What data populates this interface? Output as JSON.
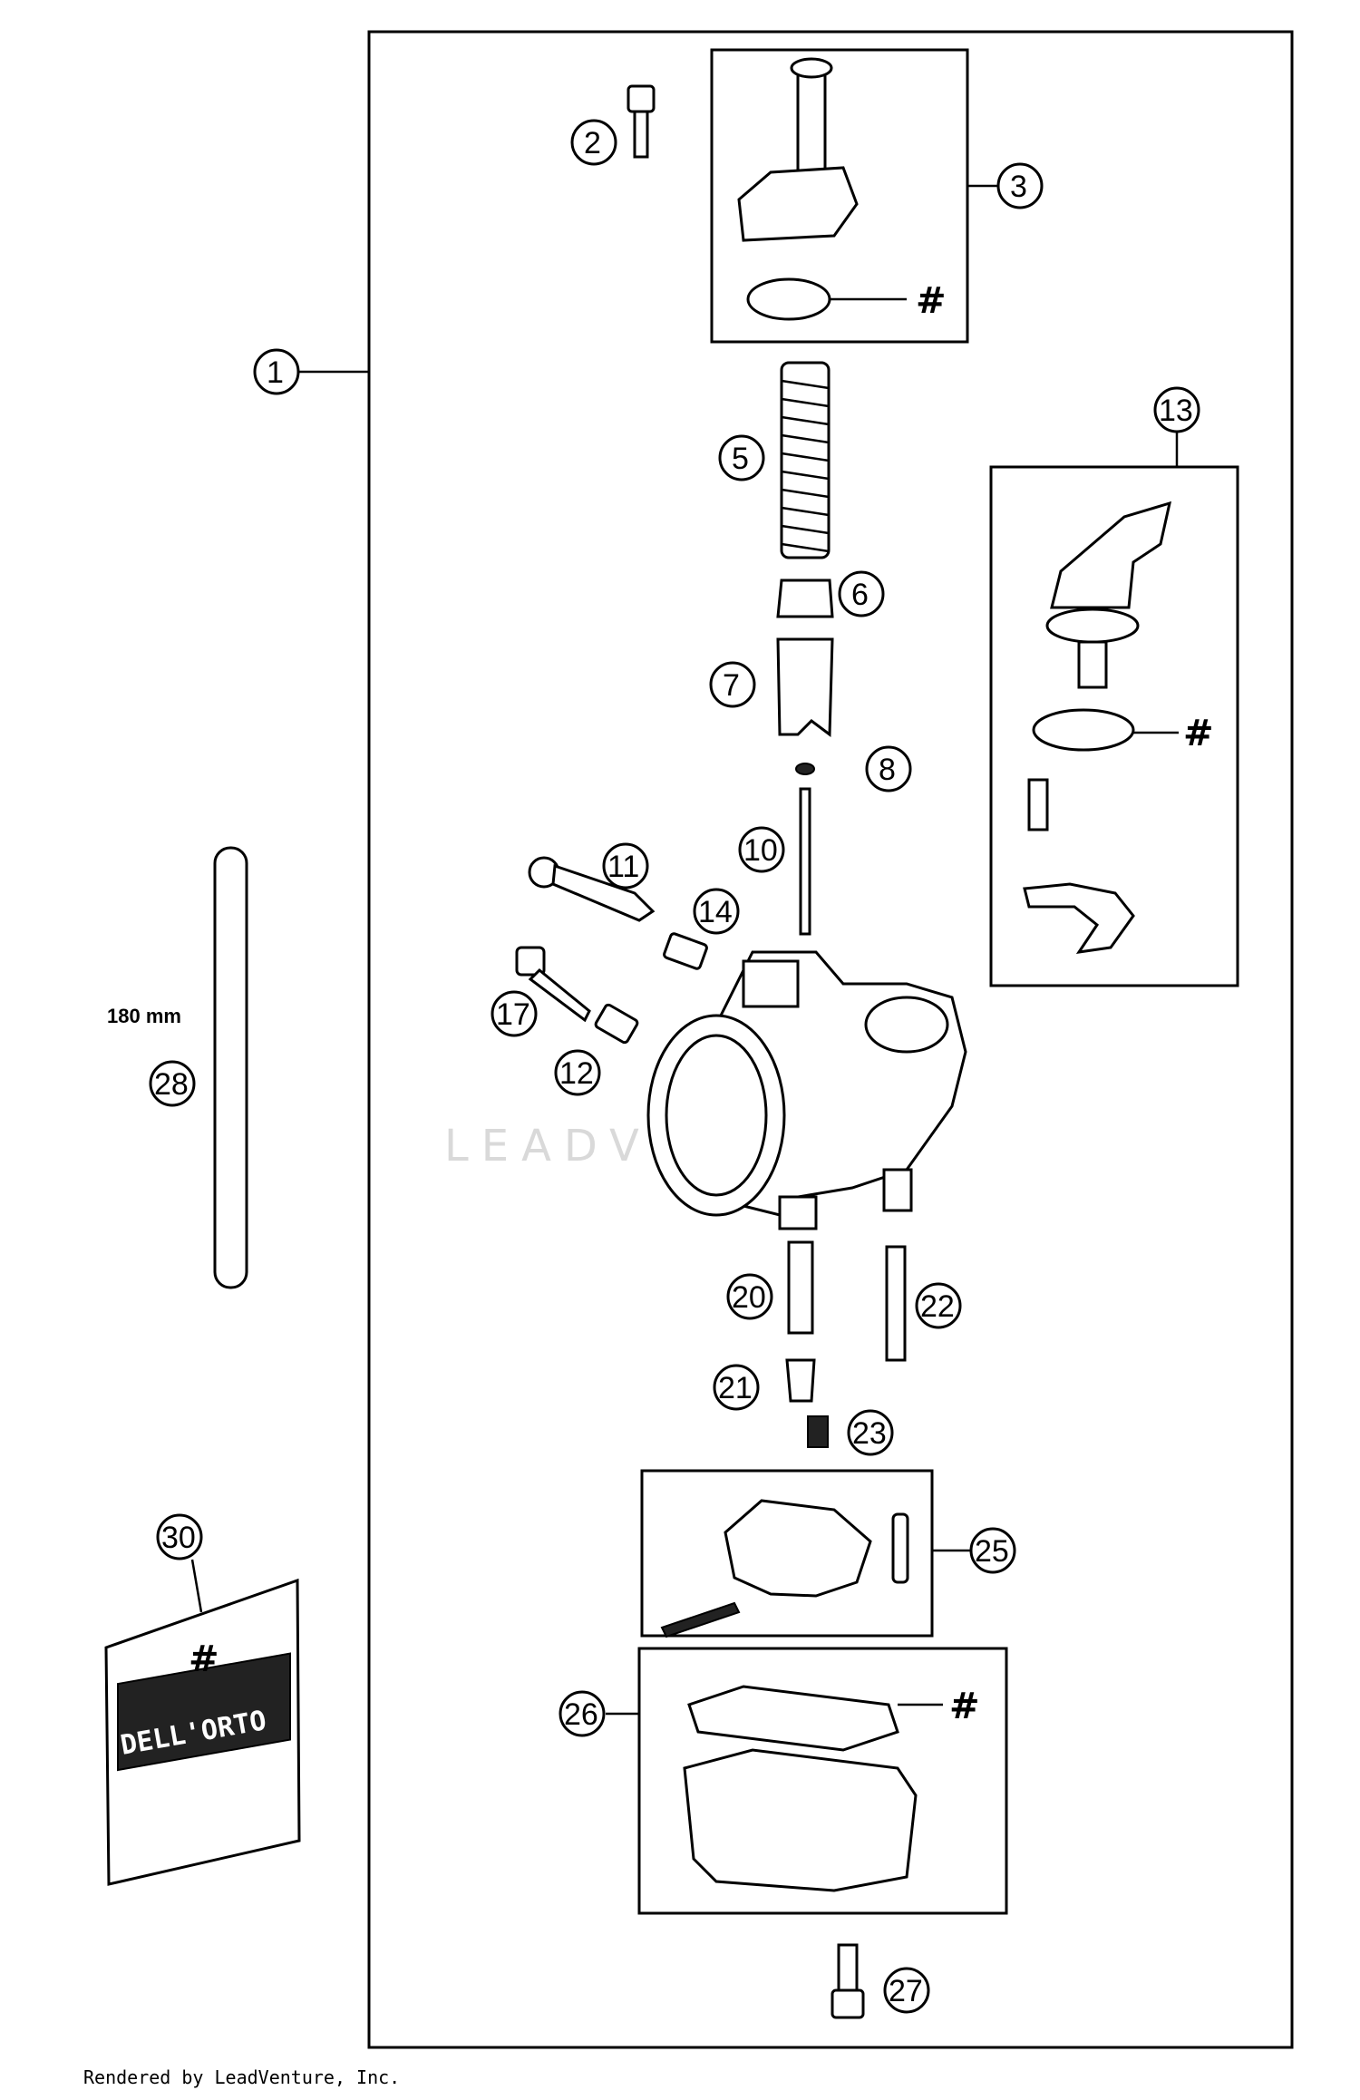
{
  "callouts": [
    "1",
    "2",
    "3",
    "5",
    "6",
    "7",
    "8",
    "10",
    "11",
    "12",
    "13",
    "14",
    "17",
    "20",
    "21",
    "22",
    "23",
    "25",
    "26",
    "27",
    "28",
    "30"
  ],
  "hash_mark": "#",
  "tube_length_label": "180 mm",
  "credit": "Rendered by LeadVenture, Inc.",
  "watermark": "LEADVENTURE",
  "bag_text": "DELL'ORTO",
  "colors": {
    "ink": "#000000",
    "paper": "#ffffff",
    "watermark": "#d9d9d9"
  }
}
